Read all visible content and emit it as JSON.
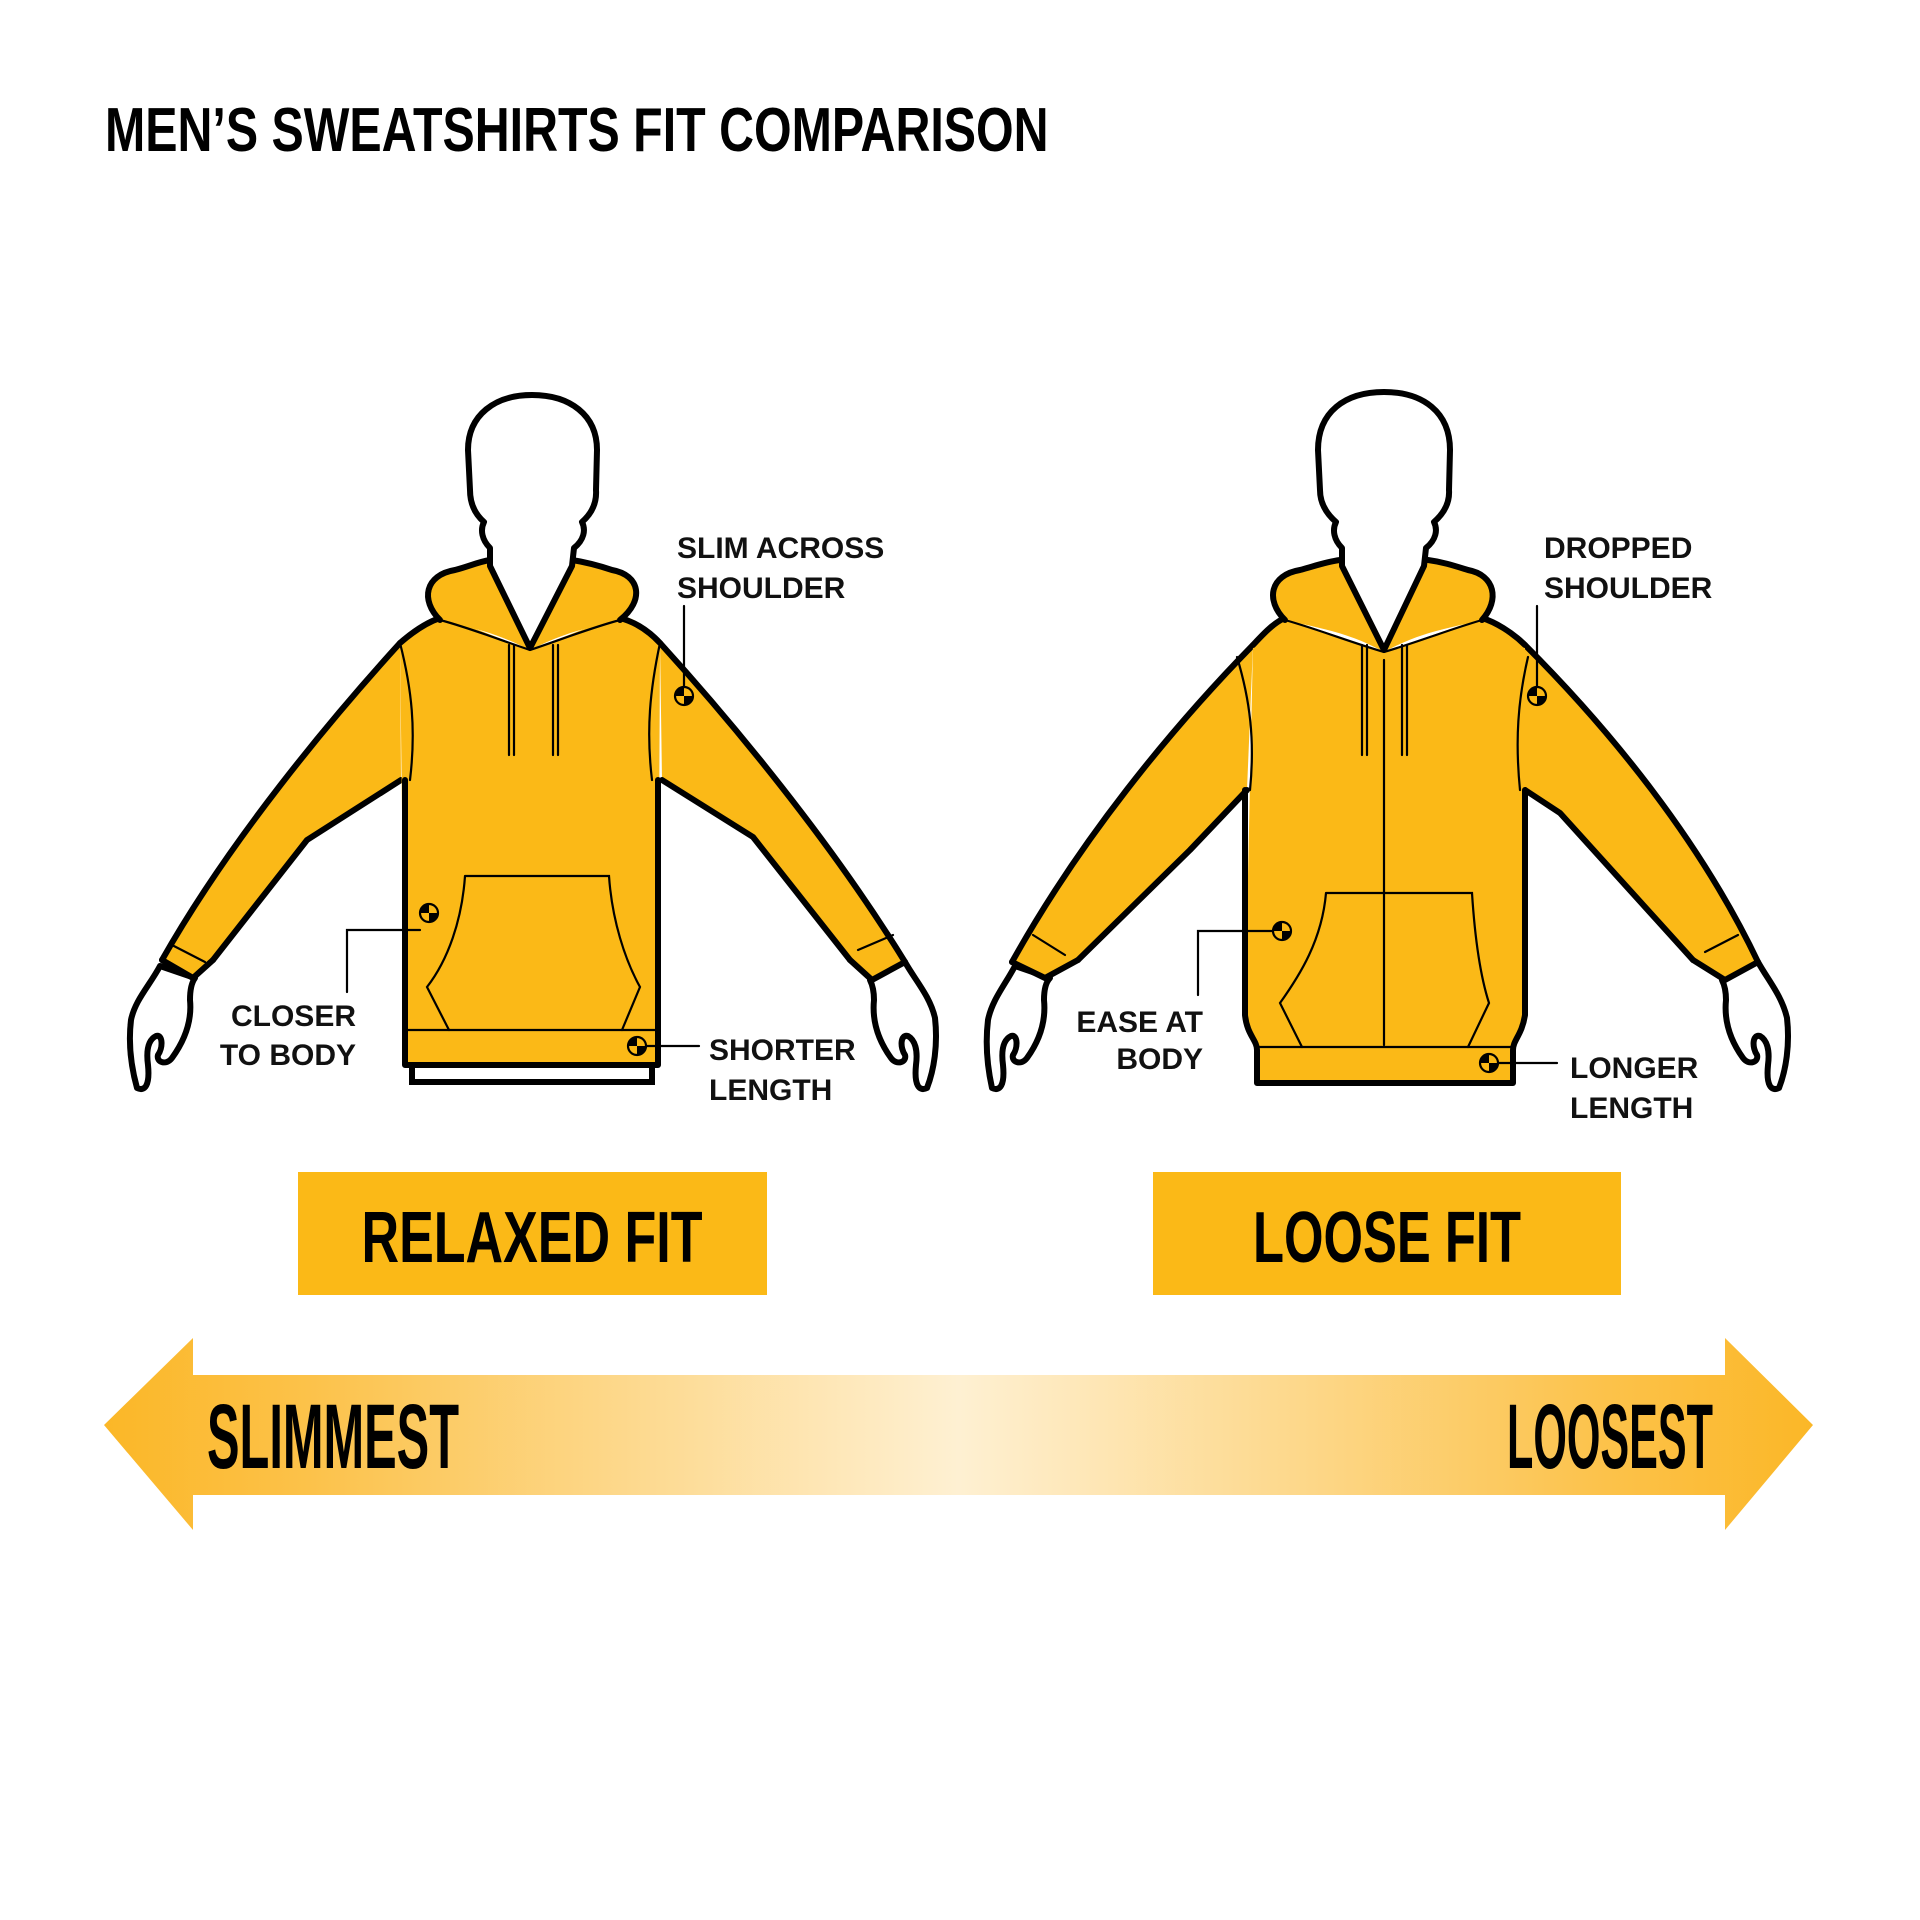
{
  "title": "MEN’S SWEATSHIRTS FIT COMPARISON",
  "colors": {
    "accent": "#FBB917",
    "outline": "#000000",
    "background": "#FFFFFF",
    "gradient_center": "#FEF0D2"
  },
  "figures": [
    {
      "id": "relaxed",
      "fit_label": "RELAXED FIT",
      "callouts": [
        {
          "line1": "SLIM ACROSS",
          "line2": "SHOULDER",
          "icon": "measure-point-icon"
        },
        {
          "line1": "CLOSER",
          "line2": "TO BODY",
          "icon": "measure-point-icon"
        },
        {
          "line1": "SHORTER",
          "line2": "LENGTH",
          "icon": "measure-point-icon"
        }
      ]
    },
    {
      "id": "loose",
      "fit_label": "LOOSE FIT",
      "callouts": [
        {
          "line1": "DROPPED",
          "line2": "SHOULDER",
          "icon": "measure-point-icon"
        },
        {
          "line1": "EASE AT",
          "line2": "BODY",
          "icon": "measure-point-icon"
        },
        {
          "line1": "LONGER",
          "line2": "LENGTH",
          "icon": "measure-point-icon"
        }
      ]
    }
  ],
  "scale": {
    "left_label": "SLIMMEST",
    "right_label": "LOOSEST",
    "icon": "double-headed-arrow-icon"
  }
}
